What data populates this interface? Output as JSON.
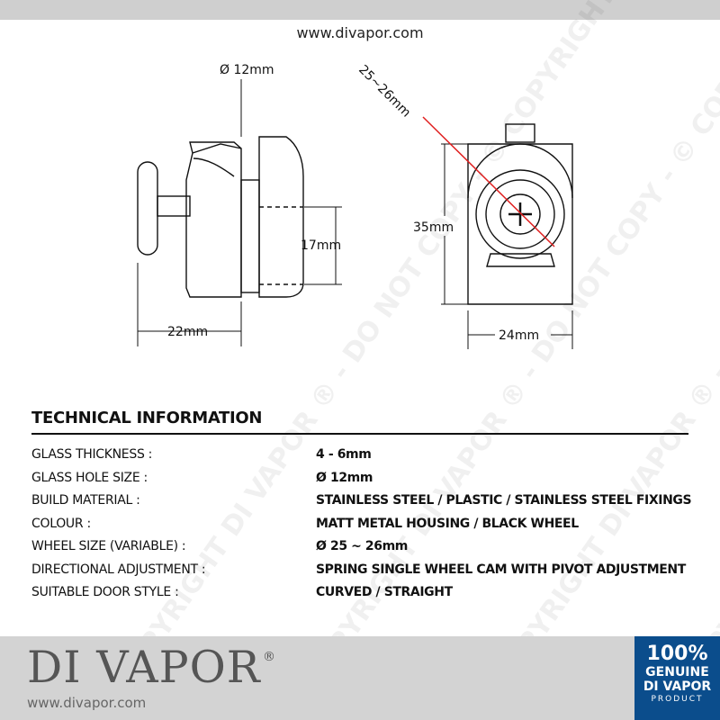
{
  "header": {
    "site_url": "www.divapor.com"
  },
  "watermark": {
    "text": "© COPYRIGHT DI VAPOR ® - DO NOT COPY - "
  },
  "diagram": {
    "dim_hole": "Ø 12mm",
    "dim_height_inner": "17mm",
    "dim_depth": "22mm",
    "dim_wheel": "25~26mm",
    "dim_height": "35mm",
    "dim_width": "24mm"
  },
  "technical": {
    "title": "TECHNICAL INFORMATION",
    "rows": [
      {
        "label": "GLASS THICKNESS :",
        "value": "4 - 6mm"
      },
      {
        "label": "GLASS HOLE SIZE :",
        "value": "Ø 12mm"
      },
      {
        "label": "BUILD MATERIAL :",
        "value": "STAINLESS STEEL / PLASTIC / STAINLESS STEEL FIXINGS"
      },
      {
        "label": "COLOUR :",
        "value": "MATT METAL HOUSING / BLACK WHEEL"
      },
      {
        "label": "WHEEL SIZE (VARIABLE) :",
        "value": "Ø 25 ~ 26mm"
      },
      {
        "label": "DIRECTIONAL ADJUSTMENT :",
        "value": "SPRING SINGLE WHEEL CAM WITH PIVOT ADJUSTMENT"
      },
      {
        "label": "SUITABLE DOOR STYLE :",
        "value": "CURVED / STRAIGHT"
      }
    ]
  },
  "footer": {
    "brand": "DI VAPOR",
    "registered": "®",
    "url": "www.divapor.com",
    "badge": {
      "percent": "100%",
      "line1": "GENUINE",
      "line2": "DI VAPOR",
      "line3": "PRODUCT"
    }
  },
  "colors": {
    "badge_blue": "#0b4d8c",
    "dimension_red": "#e02020",
    "footer_grey": "#d3d3d3"
  }
}
